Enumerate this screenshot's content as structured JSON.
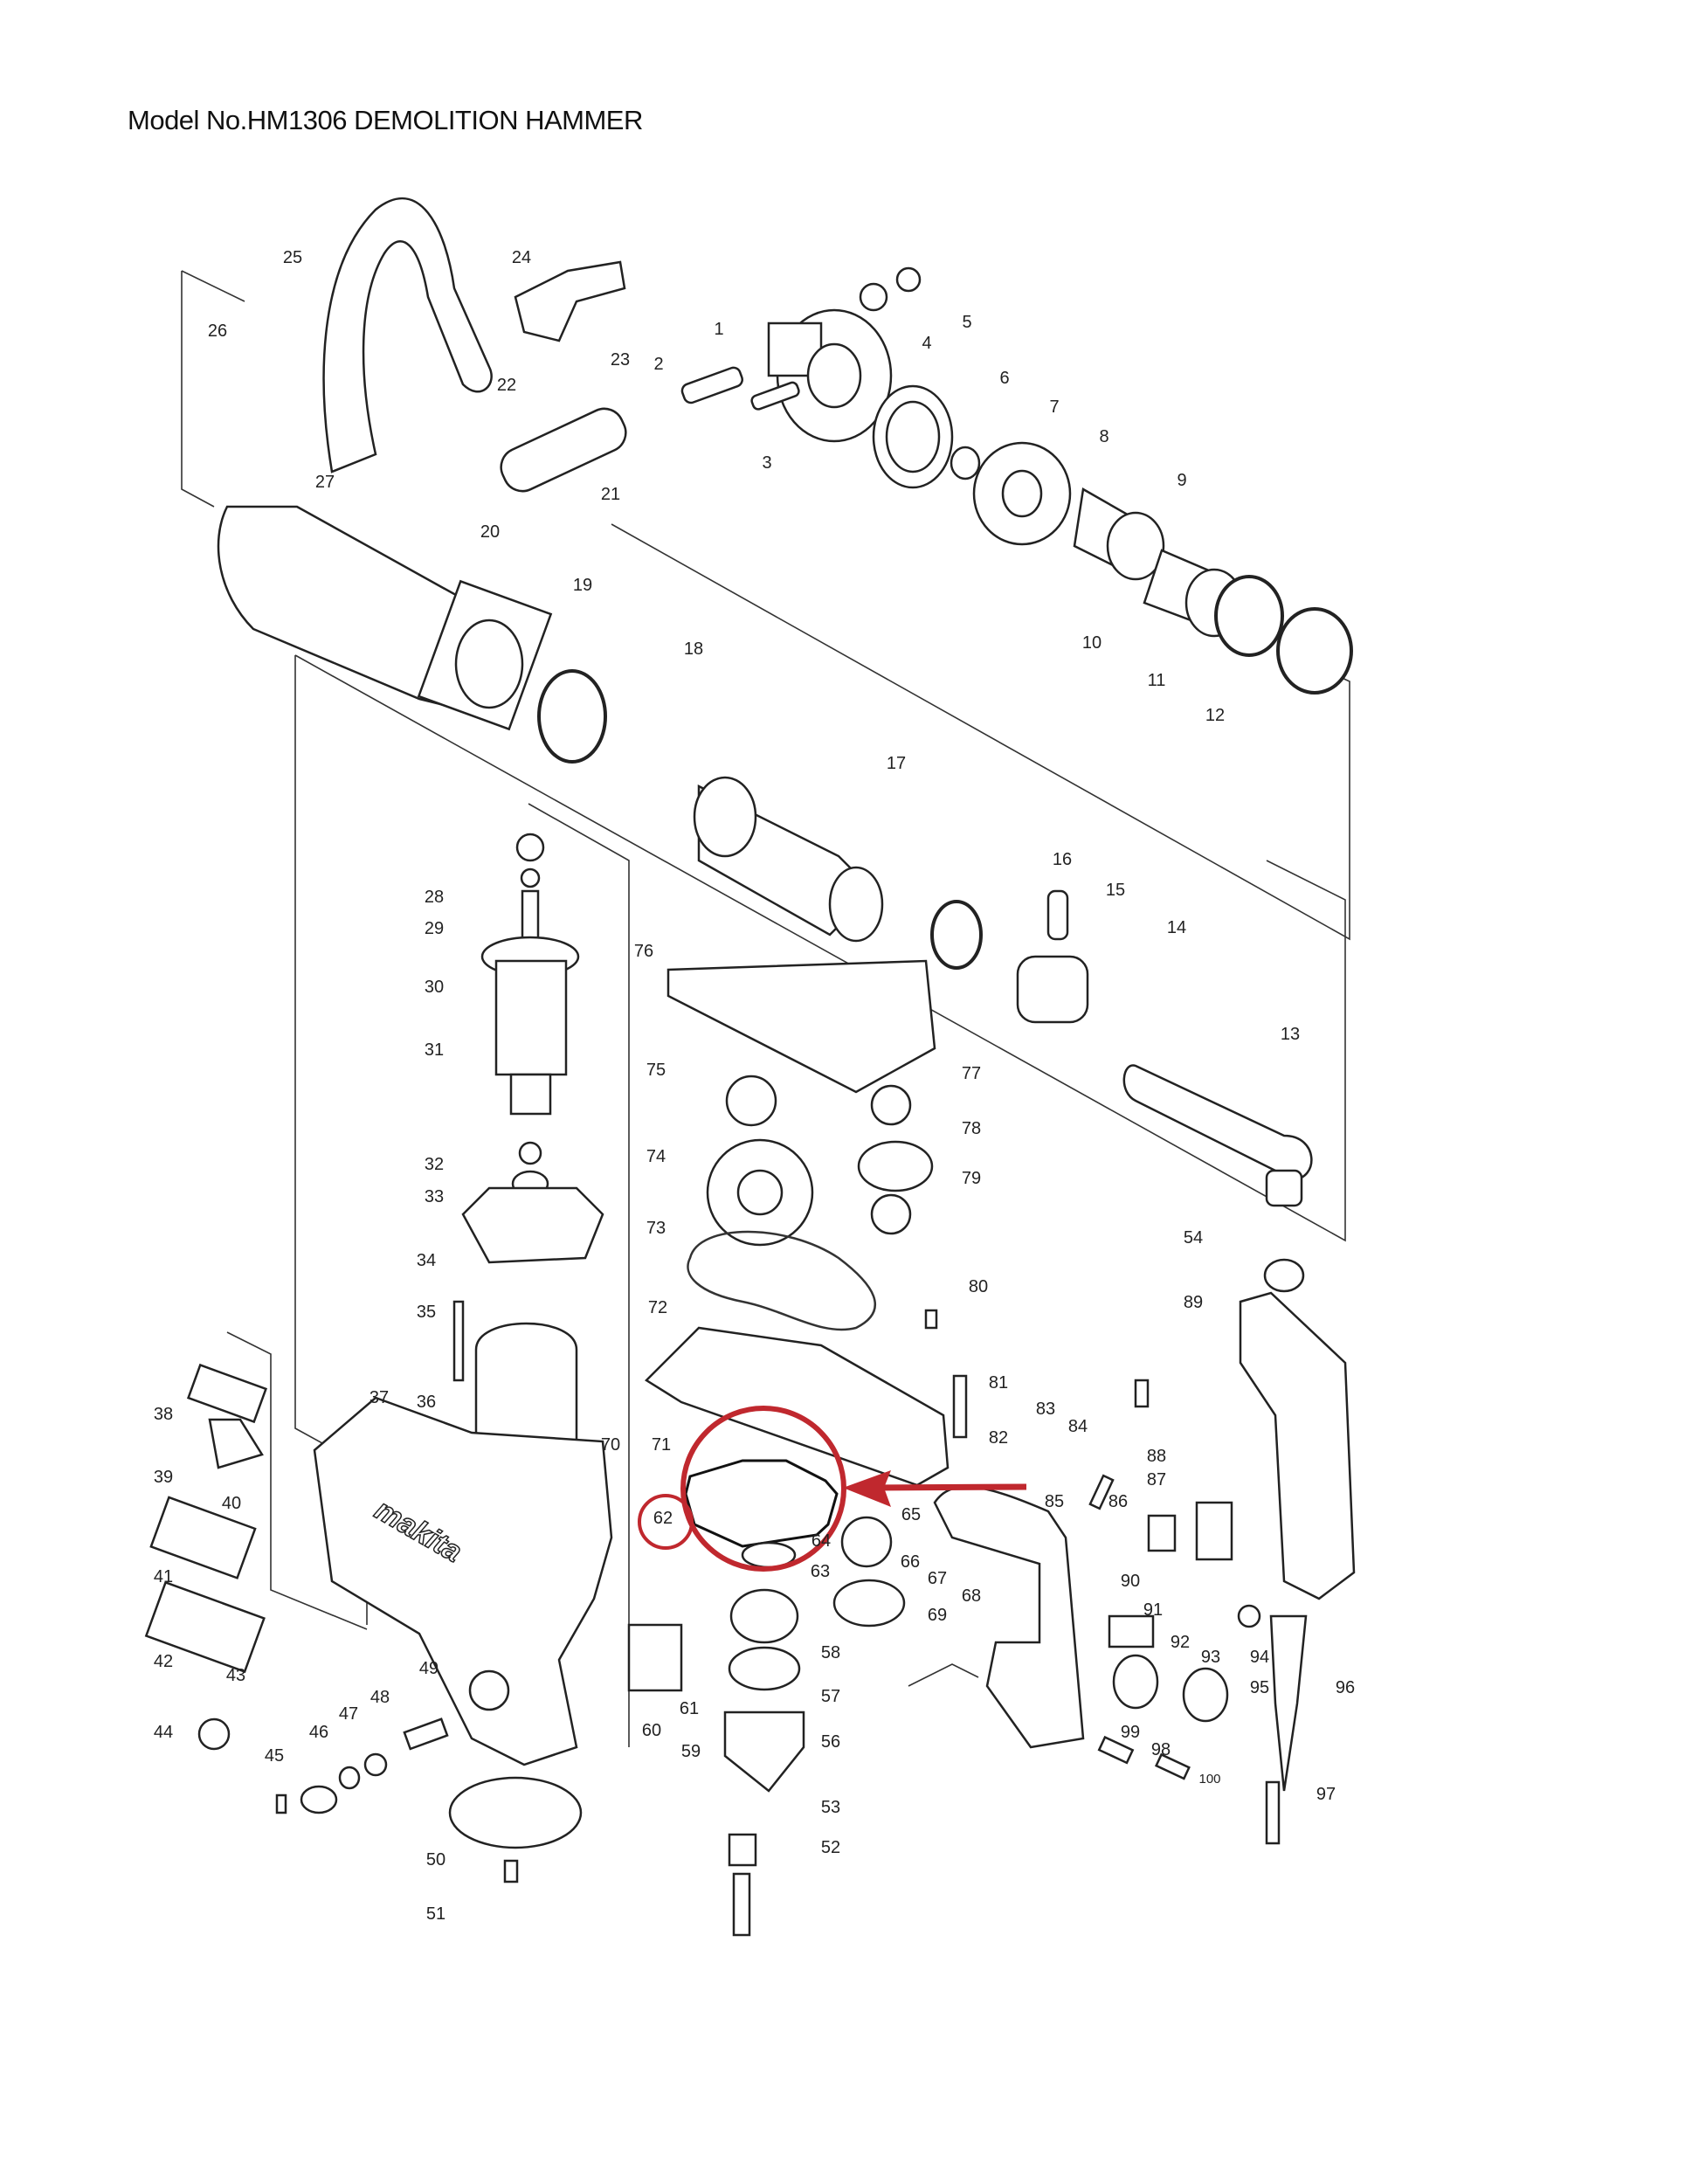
{
  "title": "Model No.HM1306 DEMOLITION HAMMER",
  "part_numbers": [
    "1",
    "2",
    "3",
    "4",
    "5",
    "6",
    "7",
    "8",
    "9",
    "10",
    "11",
    "12",
    "13",
    "14",
    "15",
    "16",
    "17",
    "18",
    "19",
    "20",
    "21",
    "22",
    "23",
    "24",
    "25",
    "26",
    "27",
    "28",
    "29",
    "30",
    "31",
    "32",
    "33",
    "34",
    "35",
    "36",
    "37",
    "38",
    "39",
    "40",
    "41",
    "42",
    "43",
    "44",
    "45",
    "46",
    "47",
    "48",
    "49",
    "50",
    "51",
    "52",
    "53",
    "54",
    "56",
    "57",
    "58",
    "59",
    "60",
    "61",
    "62",
    "63",
    "64",
    "65",
    "66",
    "67",
    "68",
    "69",
    "70",
    "71",
    "72",
    "73",
    "74",
    "75",
    "76",
    "77",
    "78",
    "79",
    "80",
    "81",
    "82",
    "83",
    "84",
    "85",
    "86",
    "87",
    "88",
    "89",
    "90",
    "91",
    "92",
    "93",
    "94",
    "95",
    "96",
    "97",
    "98",
    "99",
    "100"
  ],
  "highlight": {
    "part": "62",
    "color": "#c0282e"
  },
  "logo_text": "makita"
}
